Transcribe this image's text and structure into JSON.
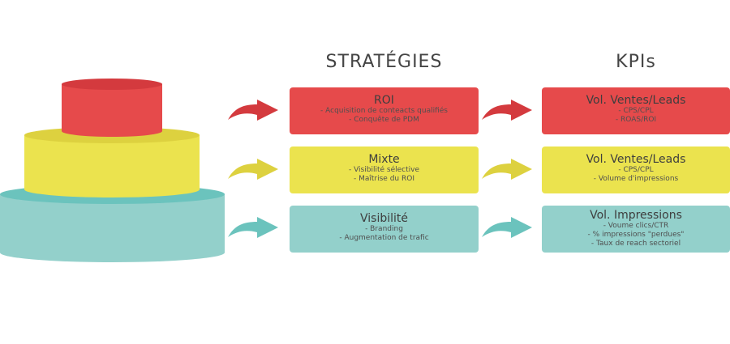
{
  "colors": {
    "red": "#e64a4b",
    "red_dark": "#d43a3e",
    "yellow": "#ebe34e",
    "yellow_dark": "#ddd13f",
    "teal": "#93d0cb",
    "teal_dark": "#6bc3bd"
  },
  "headers": {
    "strategies": "STRATÉGIES",
    "kpis": "KPIs"
  },
  "rows": [
    {
      "level": "top",
      "color": "red",
      "strategy": {
        "title": "ROI",
        "lines": [
          "- Acquisition de conteacts qualifiés",
          "- Conquête de PDM"
        ]
      },
      "kpi": {
        "title": "Vol. Ventes/Leads",
        "lines": [
          "- CPS/CPL",
          "- ROAS/ROI"
        ]
      }
    },
    {
      "level": "middle",
      "color": "yellow",
      "strategy": {
        "title": "Mixte",
        "lines": [
          "- Visibilité sélective",
          "- Maîtrise du ROI"
        ]
      },
      "kpi": {
        "title": "Vol. Ventes/Leads",
        "lines": [
          "- CPS/CPL",
          "- Volume d'impressions"
        ]
      }
    },
    {
      "level": "bottom",
      "color": "teal",
      "strategy": {
        "title": "Visibilité",
        "lines": [
          "- Branding",
          "- Augmentation de trafic"
        ]
      },
      "kpi": {
        "title": "Vol. Impressions",
        "lines": [
          "- Voume clics/CTR",
          "- % impressions \"perdues\"",
          "- Taux de reach sectoriel"
        ]
      }
    }
  ]
}
